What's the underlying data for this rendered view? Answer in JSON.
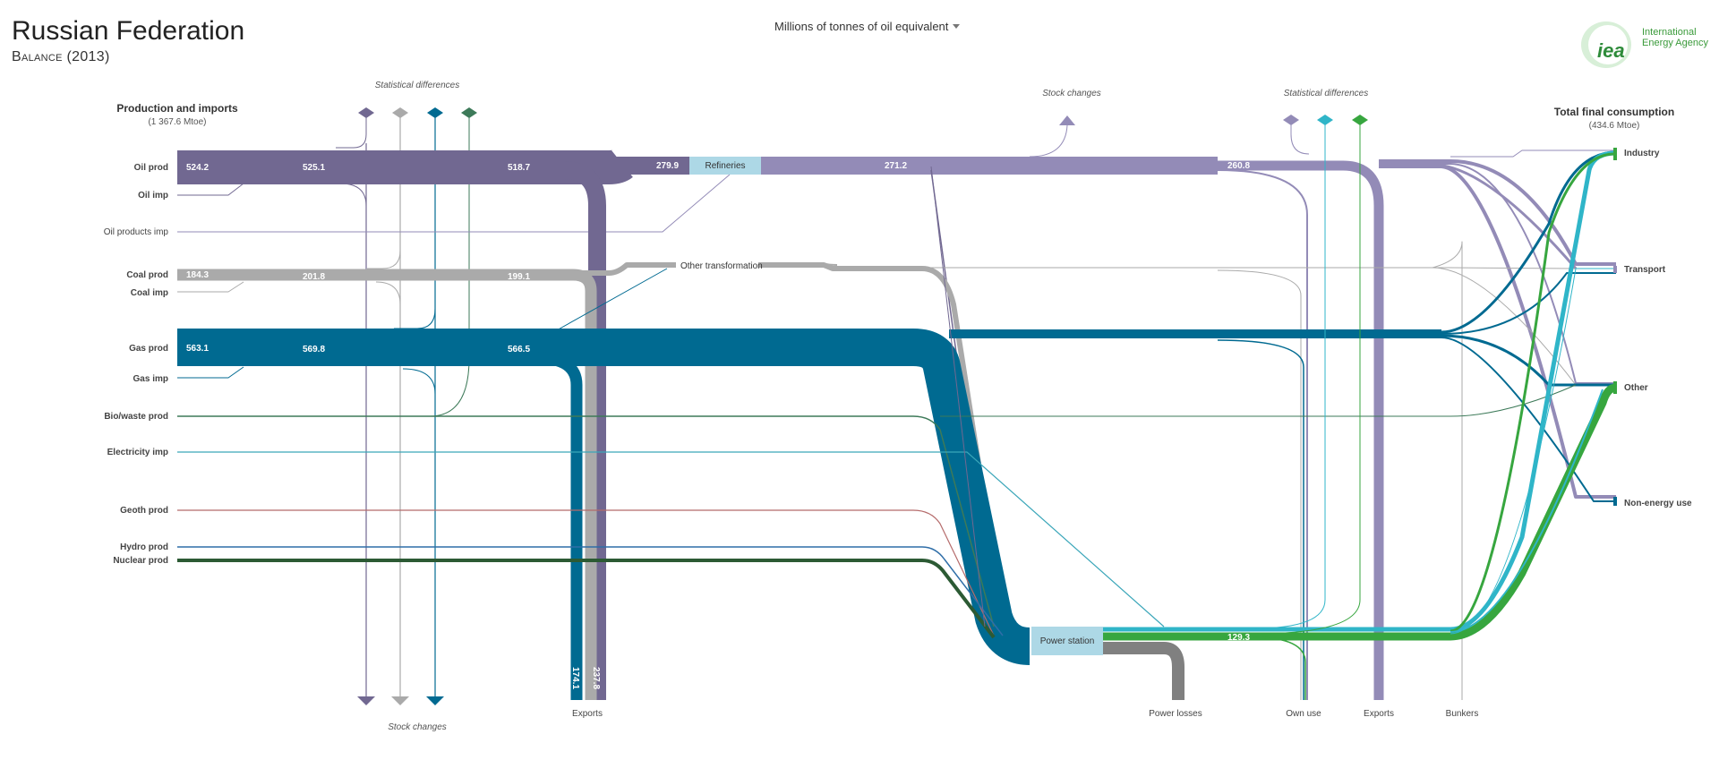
{
  "header": {
    "title": "Russian Federation",
    "subtitle": "Balance (2013)",
    "units": "Millions of tonnes of oil equivalent",
    "logo_mark": "iea",
    "logo_name": "International Energy Agency"
  },
  "left_header": {
    "title": "Production and imports",
    "total": "(1 367.6 Mtoe)"
  },
  "right_header": {
    "title": "Total final consumption",
    "total": "(434.6 Mtoe)"
  },
  "sources": [
    "Oil prod",
    "Oil imp",
    "Oil products imp",
    "Coal prod",
    "Coal imp",
    "Gas prod",
    "Gas imp",
    "Bio/waste prod",
    "Electricity imp",
    "Geoth prod",
    "Hydro prod",
    "Nuclear prod"
  ],
  "sinks": [
    "Industry",
    "Transport",
    "Other",
    "Non-energy use"
  ],
  "bottom_labels": [
    "Exports",
    "Power losses",
    "Own use",
    "Exports",
    "Bunkers"
  ],
  "annotations": {
    "stat_diff_left": "Statistical differences",
    "stat_diff_right": "Statistical differences",
    "stock_changes_top": "Stock  changes",
    "stock_changes_bottom": "Stock changes"
  },
  "nodes": {
    "refineries": "Refineries",
    "other_transformation": "Other transformation",
    "power_station": "Power station"
  },
  "values": {
    "oil_prod": "524.2",
    "oil_1": "525.1",
    "oil_2": "518.7",
    "oil_ref_in": "279.9",
    "oil_ref_out": "271.2",
    "oil_3": "260.8",
    "coal_prod": "184.3",
    "coal_1": "201.8",
    "coal_2": "199.1",
    "gas_prod": "563.1",
    "gas_1": "569.8",
    "gas_2": "566.5",
    "gas_exports": "174.1",
    "oil_exports": "237.8",
    "power_out": "129.3"
  },
  "colors": {
    "oil": "#716891",
    "oil_products": "#938bb7",
    "coal": "#aaaaaa",
    "gas": "#006a91",
    "bio": "#3d7a59",
    "electricity": "#3aa6b9",
    "geoth": "#b56b6b",
    "hydro": "#2f6ea8",
    "nuclear": "#2c5a34",
    "power": "#37a63f",
    "heat": "#2fb5c8",
    "losses": "#808080",
    "node_fill": "#add8e6"
  }
}
